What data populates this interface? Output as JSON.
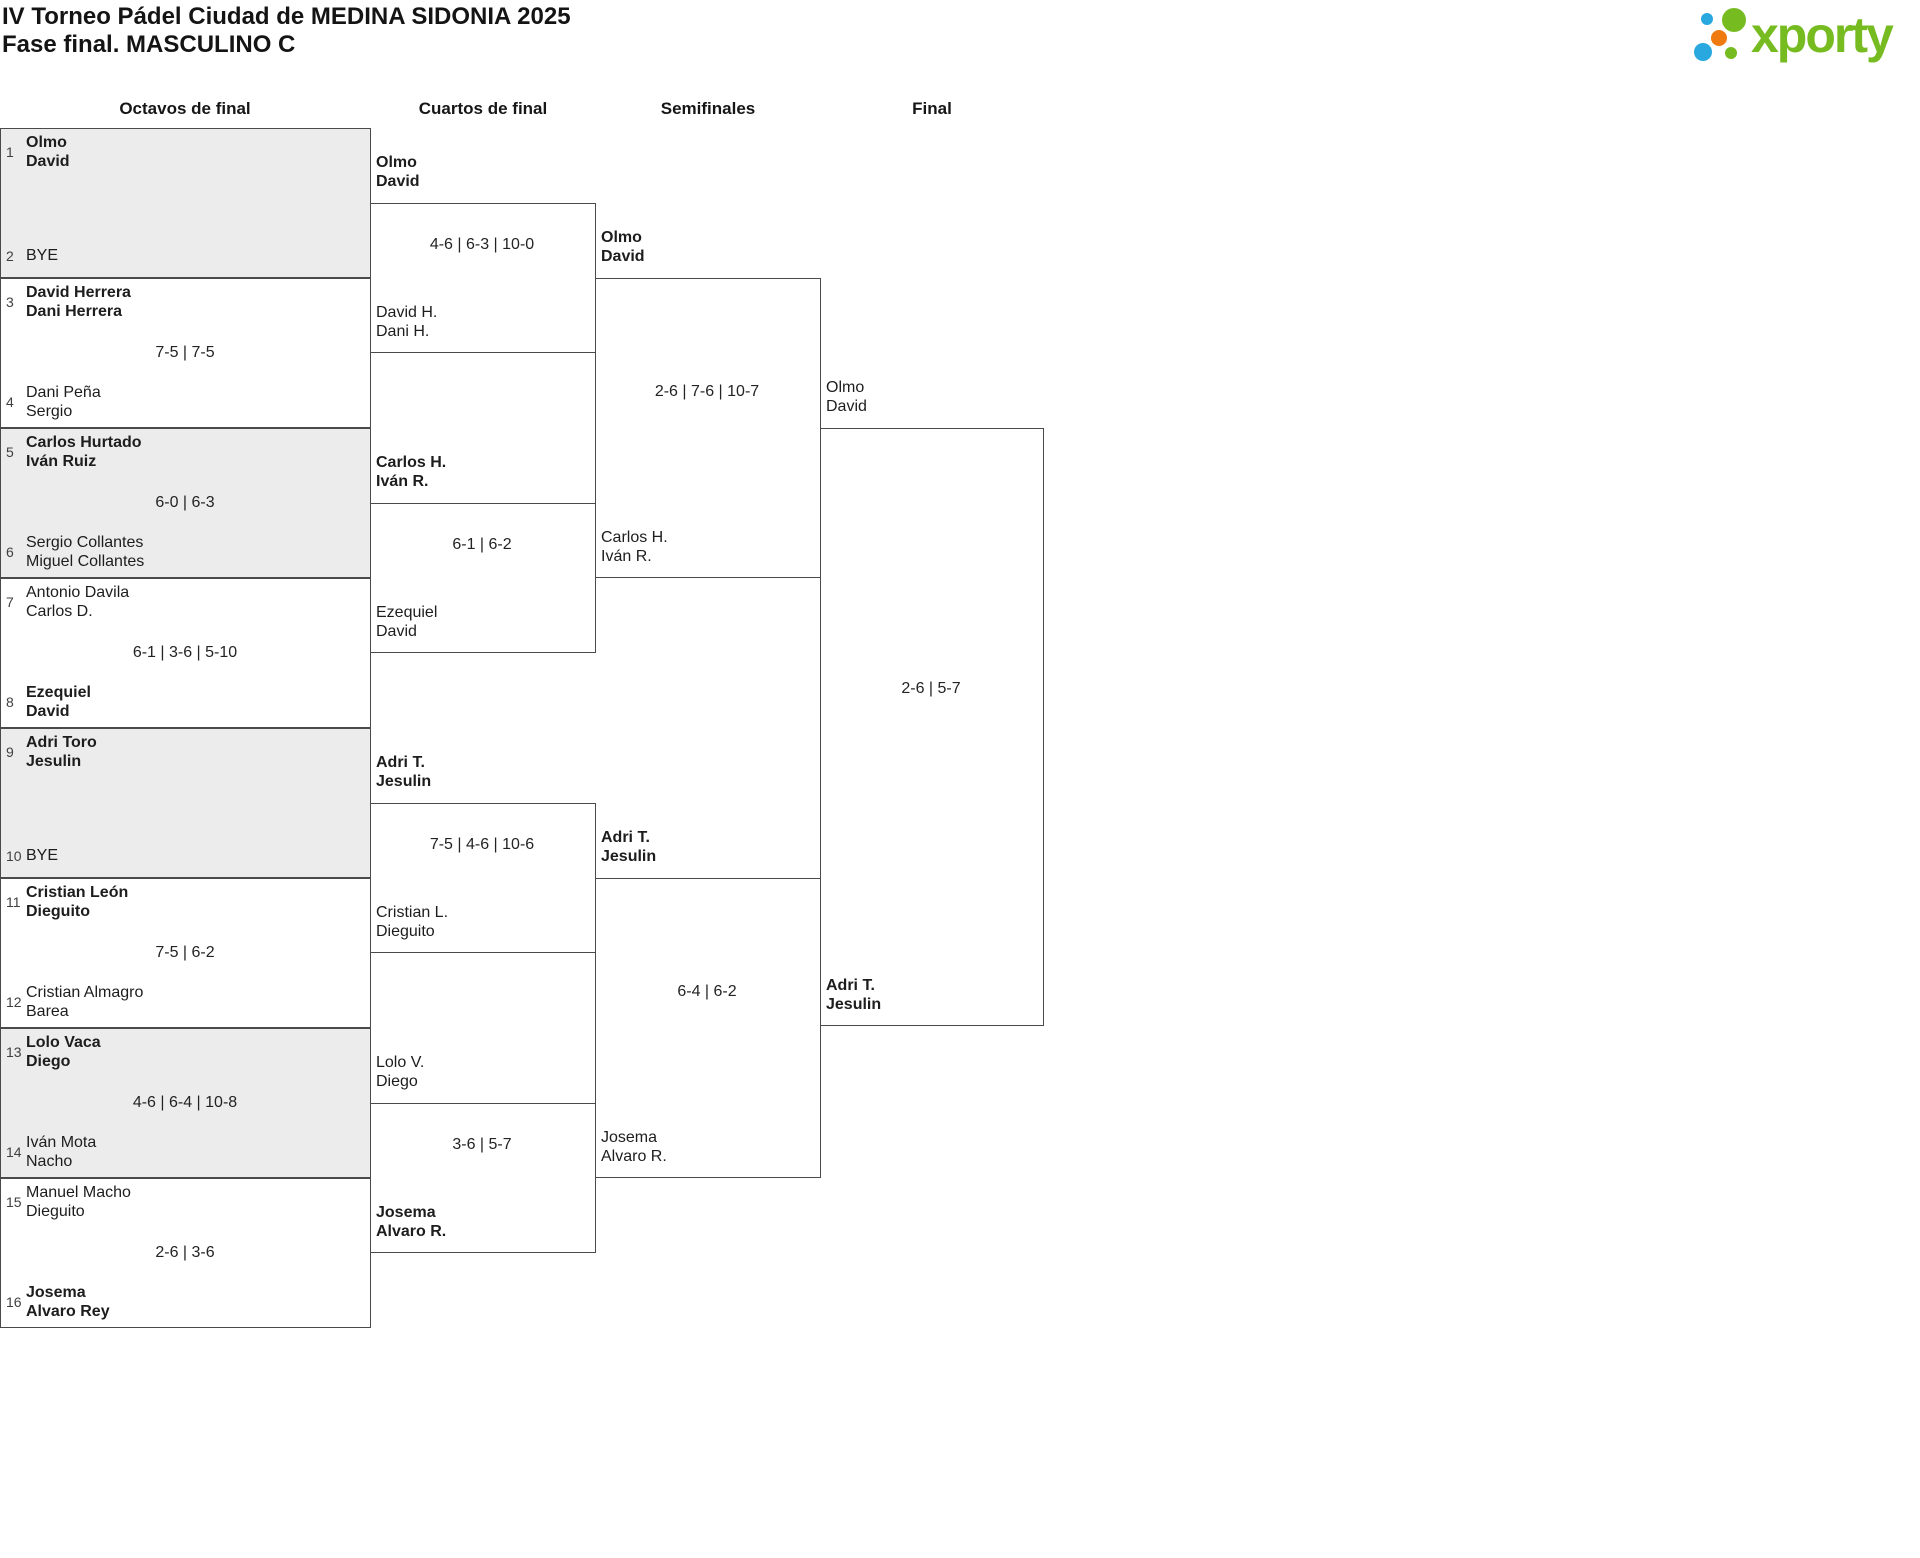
{
  "page": {
    "title_line1": "IV Torneo Pádel Ciudad de MEDINA SIDONIA 2025",
    "title_line2": "Fase final. MASCULINO C"
  },
  "logo": {
    "text": "xporty",
    "green": "#76bc21",
    "blue": "#29a8e0",
    "orange": "#ef7b10"
  },
  "round_headers": {
    "r16": "Octavos de final",
    "qf": "Cuartos de final",
    "sf": "Semifinales",
    "final": "Final"
  },
  "colors": {
    "shaded_match": "#ececec",
    "border": "#4a4a4a",
    "text": "#1d1d1d"
  },
  "r16": [
    {
      "seed1": "1",
      "team1": {
        "l1": "Olmo",
        "l2": "David",
        "winner": true
      },
      "seed2": "2",
      "team2": {
        "l1": "BYE",
        "winner": false
      },
      "score": ""
    },
    {
      "seed1": "3",
      "team1": {
        "l1": "David Herrera",
        "l2": "Dani Herrera",
        "winner": true
      },
      "seed2": "4",
      "team2": {
        "l1": "Dani Peña",
        "l2": "Sergio",
        "winner": false
      },
      "score": "7-5 | 7-5"
    },
    {
      "seed1": "5",
      "team1": {
        "l1": "Carlos Hurtado",
        "l2": "Iván Ruiz",
        "winner": true
      },
      "seed2": "6",
      "team2": {
        "l1": "Sergio Collantes",
        "l2": "Miguel Collantes",
        "winner": false
      },
      "score": "6-0 | 6-3"
    },
    {
      "seed1": "7",
      "team1": {
        "l1": "Antonio Davila",
        "l2": "Carlos D.",
        "winner": false
      },
      "seed2": "8",
      "team2": {
        "l1": "Ezequiel",
        "l2": "David",
        "winner": true
      },
      "score": "6-1 | 3-6 | 5-10"
    },
    {
      "seed1": "9",
      "team1": {
        "l1": "Adri Toro",
        "l2": "Jesulin",
        "winner": true
      },
      "seed2": "10",
      "team2": {
        "l1": "BYE",
        "winner": false
      },
      "score": ""
    },
    {
      "seed1": "11",
      "team1": {
        "l1": "Cristian León",
        "l2": "Dieguito",
        "winner": true
      },
      "seed2": "12",
      "team2": {
        "l1": "Cristian Almagro",
        "l2": "Barea",
        "winner": false
      },
      "score": "7-5 | 6-2"
    },
    {
      "seed1": "13",
      "team1": {
        "l1": "Lolo Vaca",
        "l2": "Diego",
        "winner": true
      },
      "seed2": "14",
      "team2": {
        "l1": "Iván Mota",
        "l2": "Nacho",
        "winner": false
      },
      "score": "4-6 | 6-4 | 10-8"
    },
    {
      "seed1": "15",
      "team1": {
        "l1": "Manuel Macho",
        "l2": "Dieguito",
        "winner": false
      },
      "seed2": "16",
      "team2": {
        "l1": "Josema",
        "l2": "Alvaro Rey",
        "winner": true
      },
      "score": "2-6 | 3-6"
    }
  ],
  "quarterfinals": [
    {
      "top": {
        "l1": "Olmo",
        "l2": "David",
        "winner": true
      },
      "bottom": {
        "l1": "David H.",
        "l2": "Dani H.",
        "winner": false
      },
      "score": "4-6 | 6-3 | 10-0"
    },
    {
      "top": {
        "l1": "Carlos H.",
        "l2": "Iván R.",
        "winner": true
      },
      "bottom": {
        "l1": "Ezequiel",
        "l2": "David",
        "winner": false
      },
      "score": "6-1 | 6-2"
    },
    {
      "top": {
        "l1": "Adri T.",
        "l2": "Jesulin",
        "winner": true
      },
      "bottom": {
        "l1": "Cristian L.",
        "l2": "Dieguito",
        "winner": false
      },
      "score": "7-5 | 4-6 | 10-6"
    },
    {
      "top": {
        "l1": "Lolo V.",
        "l2": "Diego",
        "winner": false
      },
      "bottom": {
        "l1": "Josema",
        "l2": "Alvaro R.",
        "winner": true
      },
      "score": "3-6 | 5-7"
    }
  ],
  "semifinals": [
    {
      "top": {
        "l1": "Olmo",
        "l2": "David",
        "winner": true
      },
      "bottom": {
        "l1": "Carlos H.",
        "l2": "Iván R.",
        "winner": false
      },
      "score": "2-6 | 7-6 | 10-7"
    },
    {
      "top": {
        "l1": "Adri T.",
        "l2": "Jesulin",
        "winner": true
      },
      "bottom": {
        "l1": "Josema",
        "l2": "Alvaro R.",
        "winner": false
      },
      "score": "6-4 | 6-2"
    }
  ],
  "final": {
    "top": {
      "l1": "Olmo",
      "l2": "David",
      "winner": false
    },
    "bottom": {
      "l1": "Adri T.",
      "l2": "Jesulin",
      "winner": true
    },
    "score": "2-6 | 5-7"
  }
}
